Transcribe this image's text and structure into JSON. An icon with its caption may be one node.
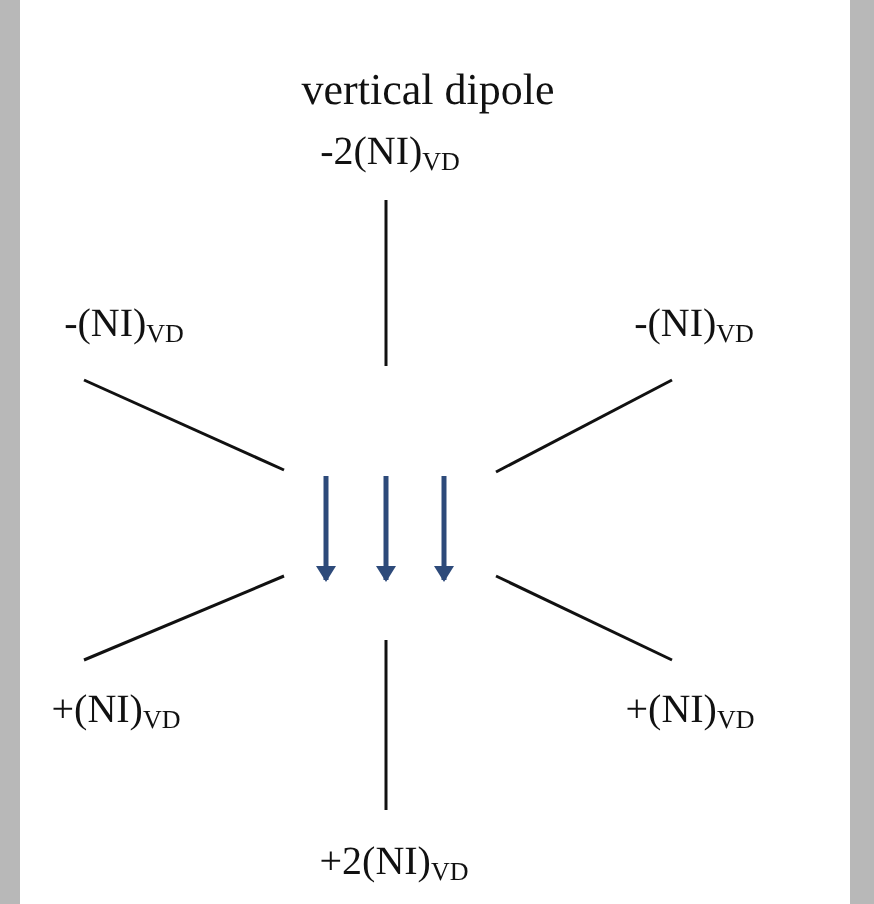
{
  "diagram": {
    "title": "vertical dipole",
    "labels": [
      "-2(NI)$_{VD}$",
      "-(NI)$_{VD}$",
      "-(NI)$_{VD}$",
      "+(NI)$_{VD}$",
      "+(NI)$_{VD}$",
      "+2(NI)$_{VD}$"
    ]
  }
}
